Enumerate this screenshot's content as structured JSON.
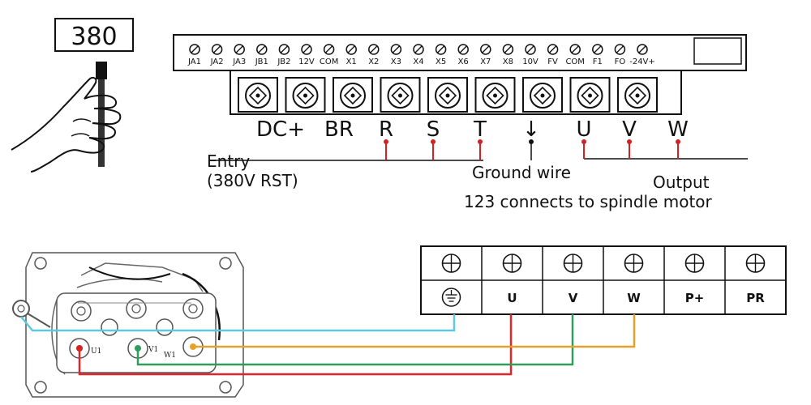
{
  "voltage_display": "380",
  "control_terminals": [
    "JA1",
    "JA2",
    "JA3",
    "JB1",
    "JB2",
    "12V",
    "COM",
    "X1",
    "X2",
    "X3",
    "X4",
    "X5",
    "X6",
    "X7",
    "X8",
    "10V",
    "FV",
    "COM",
    "F1",
    "FO",
    "-24V+"
  ],
  "power_terminals": [
    "DC+",
    "BR",
    "R",
    "S",
    "T",
    "↓",
    "U",
    "V",
    "W"
  ],
  "labels": {
    "entry_line1": "Entry",
    "entry_line2": "(380V RST)",
    "ground": "Ground wire",
    "output_line1": "Output",
    "output_line2": "123 connects to spindle motor"
  },
  "terminal_block": {
    "labels": [
      "U",
      "V",
      "W",
      "P+",
      "PR"
    ]
  },
  "motor_terminal_labels": [
    "U1",
    "V1",
    "W1"
  ],
  "wire_colors": {
    "ground": "#5ec8e0",
    "u": "#e0262a",
    "v": "#2e9e5b",
    "w": "#e6a12a",
    "lead": "#d42020"
  }
}
